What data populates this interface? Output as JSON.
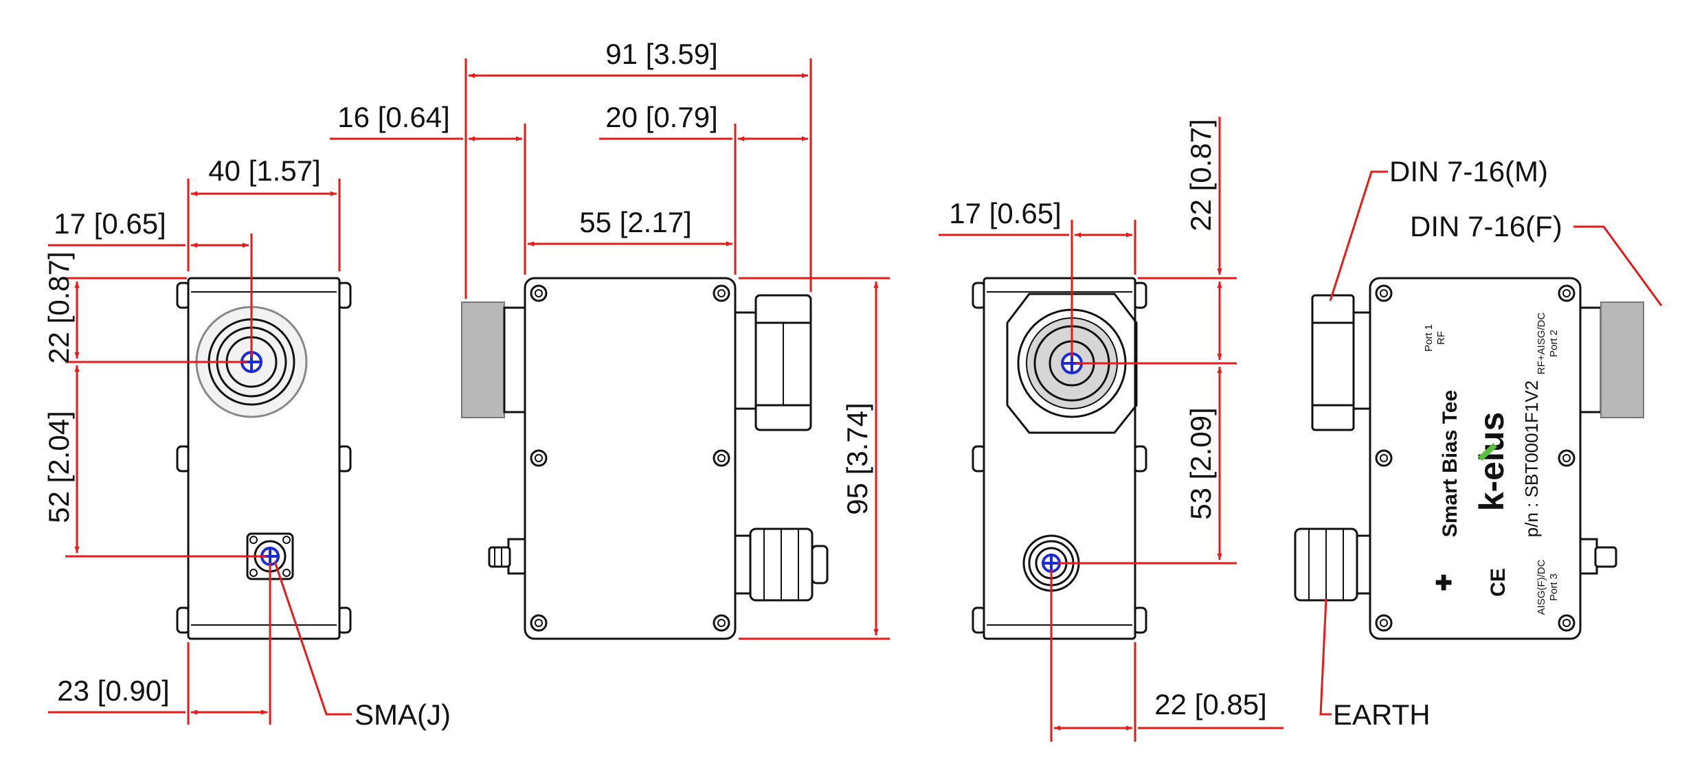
{
  "dimensions": {
    "top_width_view1": "40 [1.57]",
    "offset_17_view1": "17 [0.65]",
    "vert_22_view1": "22 [0.87]",
    "vert_52_view1": "52 [2.04]",
    "bottom_23_view1": "23 [0.90]",
    "overall_91": "91 [3.59]",
    "offset_16": "16 [0.64]",
    "offset_20": "20 [0.79]",
    "width_55": "55 [2.17]",
    "height_95": "95 [3.74]",
    "offset_17_view3": "17 [0.65]",
    "vert_22_view3": "22 [0.87]",
    "vert_53_view3": "53 [2.09]",
    "bottom_22_view3": "22 [0.85]"
  },
  "callouts": {
    "sma": "SMA(J)",
    "din_m": "DIN 7-16(M)",
    "din_f": "DIN 7-16(F)",
    "earth": "EARTH"
  },
  "product_label": {
    "port1_title": "Port 1",
    "port1_type": "RF",
    "port2_title": "RF+AISG/DC",
    "port2_type": "Port 2",
    "port3_title": "AISG(F)/DC",
    "port3_type": "Port 3",
    "product_name": "Smart Bias Tee",
    "brand": "k-elus",
    "part_number": "p/n : SBT0001F1V2",
    "plus_symbol": "✚",
    "ce_mark": "CE"
  },
  "colors": {
    "dimension_lines": "#e81919",
    "outline": "#111111",
    "center_marker": "#1d2bd6",
    "brand_accent": "#55c23a"
  }
}
